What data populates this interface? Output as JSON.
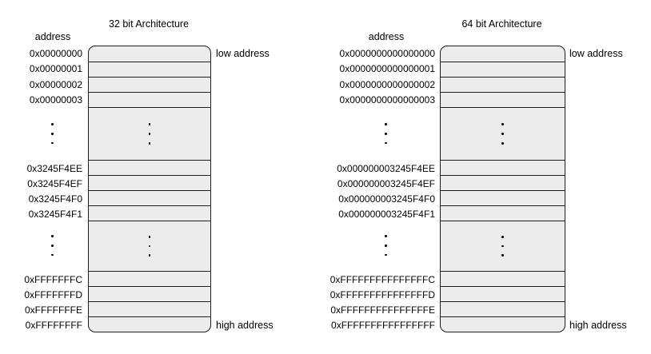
{
  "colors": {
    "box_fill": "#ececec",
    "box_border": "#1d1d1f",
    "text": "#000000"
  },
  "diagrams": [
    {
      "title": "32 bit Architecture",
      "address_header": "address",
      "low_address_label": "low address",
      "high_address_label": "high address",
      "groups": [
        [
          "0x00000000",
          "0x00000001",
          "0x00000002",
          "0x00000003"
        ],
        [
          "0x3245F4EE",
          "0x3245F4EF",
          "0x3245F4F0",
          "0x3245F4F1"
        ],
        [
          "0xFFFFFFFC",
          "0xFFFFFFFD",
          "0xFFFFFFFE",
          "0xFFFFFFFF"
        ]
      ]
    },
    {
      "title": "64 bit Architecture",
      "address_header": "address",
      "low_address_label": "low address",
      "high_address_label": "high address",
      "groups": [
        [
          "0x0000000000000000",
          "0x0000000000000001",
          "0x0000000000000002",
          "0x0000000000000003"
        ],
        [
          "0x000000003245F4EE",
          "0x000000003245F4EF",
          "0x000000003245F4F0",
          "0x000000003245F4F1"
        ],
        [
          "0xFFFFFFFFFFFFFFFC",
          "0xFFFFFFFFFFFFFFFD",
          "0xFFFFFFFFFFFFFFFE",
          "0xFFFFFFFFFFFFFFFF"
        ]
      ]
    }
  ]
}
